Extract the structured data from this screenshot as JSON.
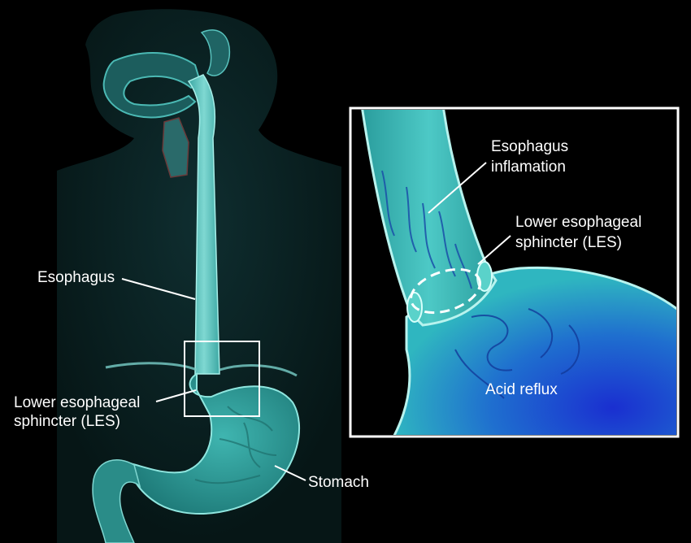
{
  "labels": {
    "esophagus": "Esophagus",
    "les_line1": "Lower esophageal",
    "les_line2": "sphincter (LES)",
    "stomach": "Stomach",
    "inflammation_line1": "Esophagus",
    "inflammation_line2": "inflamation",
    "inset_les_line1": "Lower esophageal",
    "inset_les_line2": "sphincter (LES)",
    "acid_reflux": "Acid reflux"
  },
  "colors": {
    "background": "#000000",
    "tissue_teal": "#3fb9b4",
    "tissue_light": "#8fe6df",
    "acid_blue": "#1b3fd0",
    "label_text": "#ffffff"
  }
}
